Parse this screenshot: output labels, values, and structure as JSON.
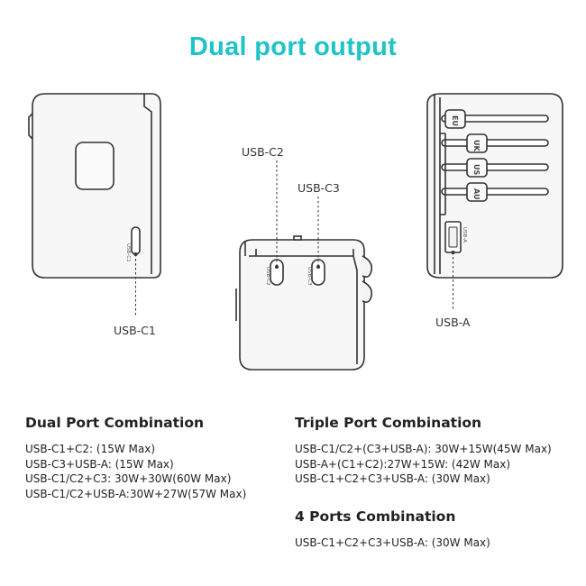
{
  "title": "Dual port output",
  "labels": {
    "c1": "USB-C1",
    "c2": "USB-C2",
    "c3": "USB-C3",
    "a": "USB-A"
  },
  "port_marks": {
    "c1": "USB-C1",
    "c2": "USB-C2",
    "c3": "USB-C3",
    "a": "USB-A"
  },
  "plugs": [
    "EU",
    "UK",
    "US",
    "AU"
  ],
  "sections": {
    "dual": {
      "heading": "Dual Port Combination",
      "lines": [
        "USB-C1+C2: (15W Max)",
        "USB-C3+USB-A: (15W Max)",
        "USB-C1/C2+C3: 30W+30W(60W Max)",
        "USB-C1/C2+USB-A:30W+27W(57W Max)"
      ]
    },
    "triple": {
      "heading": "Triple Port Combination",
      "lines": [
        "USB-C1/C2+(C3+USB-A): 30W+15W(45W Max)",
        "USB-A+(C1+C2):27W+15W: (42W Max)",
        "USB-C1+C2+C3+USB-A: (30W Max)"
      ]
    },
    "four": {
      "heading": "4 Ports Combination",
      "lines": [
        "USB-C1+C2+C3+USB-A: (30W Max)"
      ]
    }
  },
  "colors": {
    "accent": "#1fc4c7",
    "outline": "#333333"
  }
}
